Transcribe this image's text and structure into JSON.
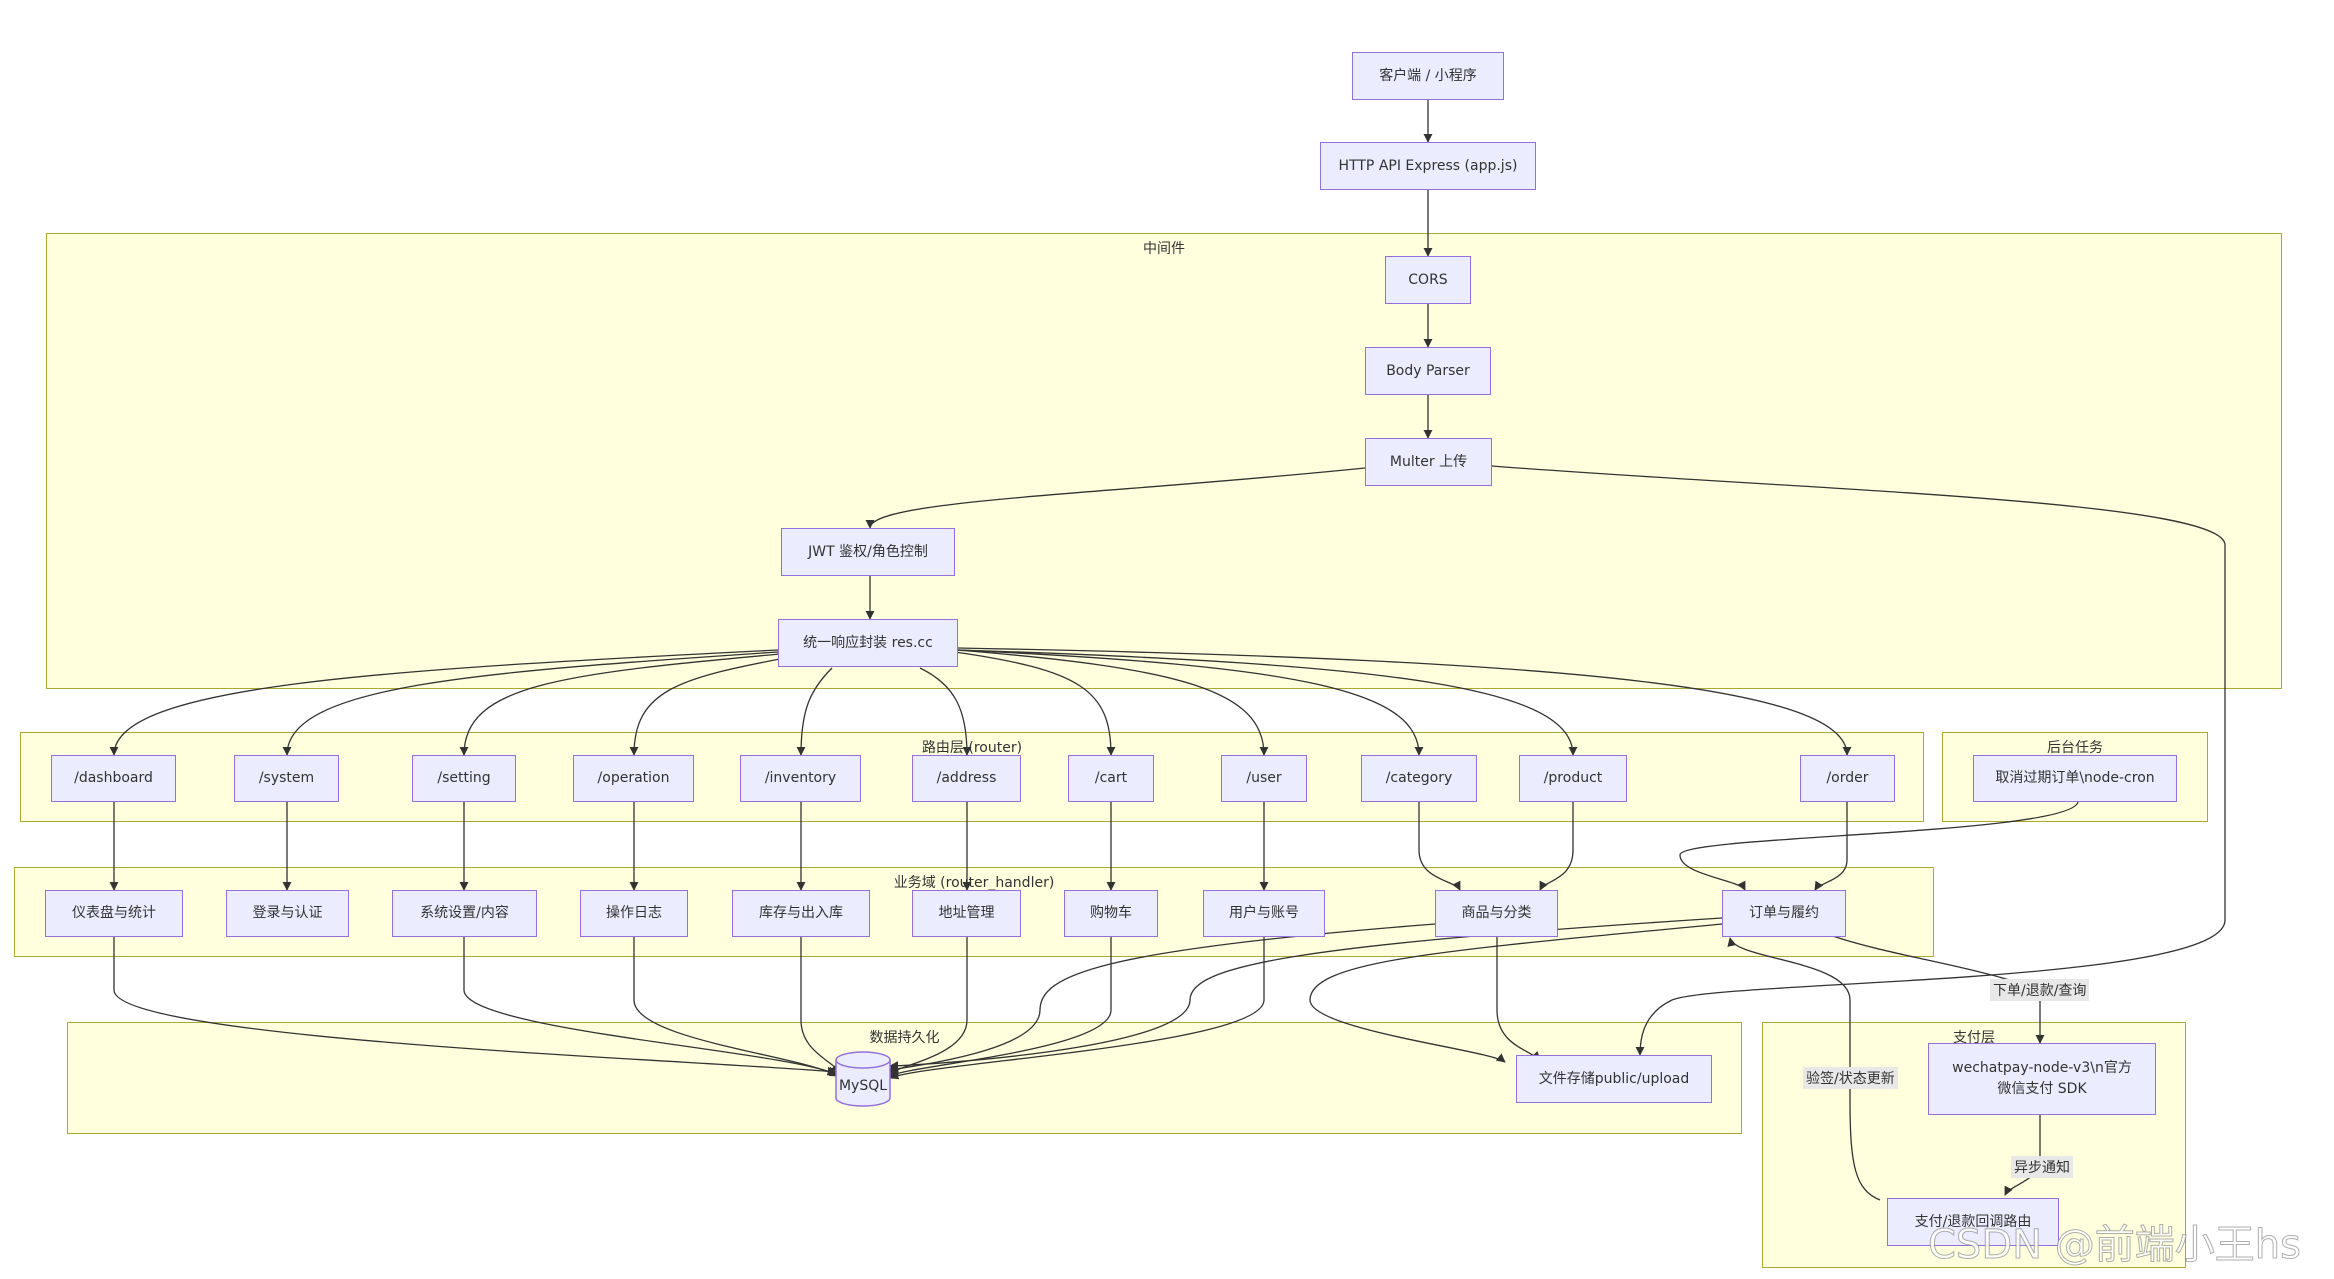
{
  "clusters": {
    "middleware": "中间件",
    "router": "路由层 (router)",
    "handler": "业务域 (router_handler)",
    "persistence": "数据持久化",
    "background": "后台任务",
    "payment": "支付层"
  },
  "nodes": {
    "client": "客户端 / 小程序",
    "api": "HTTP API Express (app.js)",
    "cors": "CORS",
    "body_parser": "Body Parser",
    "multer": "Multer 上传",
    "jwt": "JWT 鉴权/角色控制",
    "res_cc": "统一响应封装 res.cc",
    "r_dashboard": "/dashboard",
    "r_system": "/system",
    "r_setting": "/setting",
    "r_operation": "/operation",
    "r_inventory": "/inventory",
    "r_address": "/address",
    "r_cart": "/cart",
    "r_user": "/user",
    "r_category": "/category",
    "r_product": "/product",
    "r_order": "/order",
    "cron": "取消过期订单\\node-cron",
    "h_dashboard": "仪表盘与统计",
    "h_auth": "登录与认证",
    "h_setting": "系统设置/内容",
    "h_log": "操作日志",
    "h_inventory": "库存与出入库",
    "h_address": "地址管理",
    "h_cart": "购物车",
    "h_user": "用户与账号",
    "h_product": "商品与分类",
    "h_order": "订单与履约",
    "mysql": "MySQL",
    "storage": "文件存储public/upload",
    "wechatpay": "wechatpay-node-v3\\n官方\n微信支付 SDK",
    "callback": "支付/退款回调路由"
  },
  "edge_labels": {
    "order_to_pay": "下单/退款/查询",
    "async_notify": "异步通知",
    "verify_update": "验签/状态更新"
  },
  "watermark": "CSDN @前端小王hs",
  "colors": {
    "node_fill": "#ECECFF",
    "node_border": "#9370DB",
    "cluster_fill": "#ffffde",
    "cluster_border": "#aaaa33",
    "edge": "#333333"
  }
}
